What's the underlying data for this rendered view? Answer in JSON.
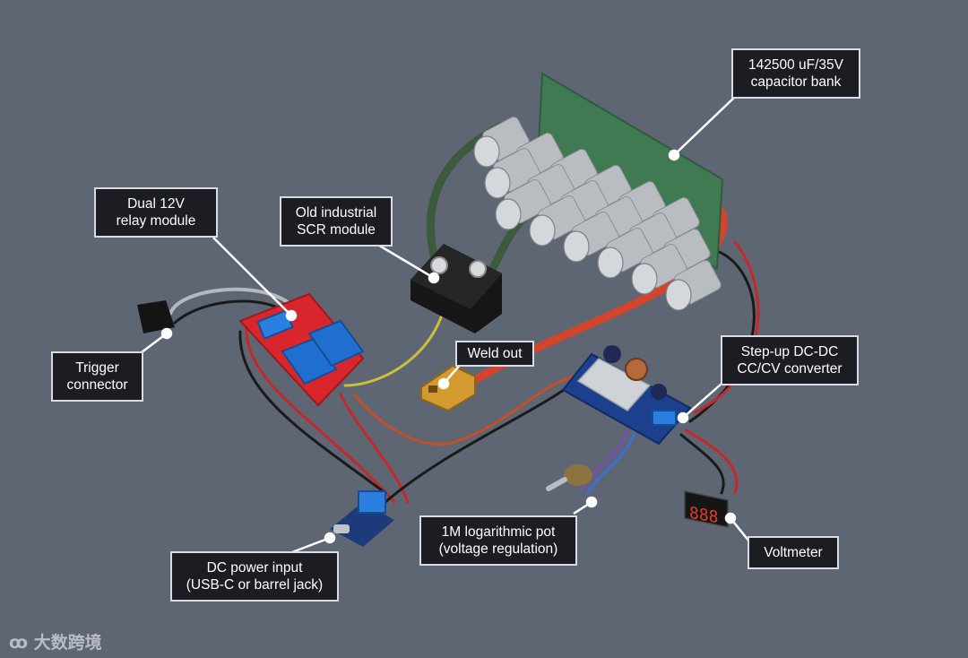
{
  "labels": {
    "capacitor_bank": {
      "line1": "142500 uF/35V",
      "line2": "capacitor bank"
    },
    "relay_module": {
      "line1": "Dual 12V",
      "line2": "relay module"
    },
    "scr_module": {
      "line1": "Old industrial",
      "line2": "SCR module"
    },
    "trigger_connector": {
      "line1": "Trigger",
      "line2": "connector"
    },
    "weld_out": {
      "line1": "Weld out"
    },
    "stepup_converter": {
      "line1": "Step-up DC-DC",
      "line2": "CC/CV converter"
    },
    "log_pot": {
      "line1": "1M logarithmic pot",
      "line2": "(voltage regulation)"
    },
    "voltmeter": {
      "line1": "Voltmeter"
    },
    "dc_power_input": {
      "line1": "DC power input",
      "line2": "(USB-C or barrel jack)"
    }
  },
  "watermark": "大数跨境",
  "voltmeter_display": "888",
  "colors": {
    "background": "#5e6573",
    "label_bg": "#1b1d22",
    "label_border": "#d9dce2",
    "wire_red": "#c62828",
    "wire_black": "#1a1a1a",
    "wire_green": "#3c5a3c",
    "wire_orange": "#c4502a",
    "wire_yellow": "#c8c23a",
    "relay_board": "#d8262c",
    "relay_body": "#1f6fd1",
    "converter_board": "#1c3f8e",
    "perfboard": "#3f7a52",
    "capacitor": "#b9bcc1"
  }
}
